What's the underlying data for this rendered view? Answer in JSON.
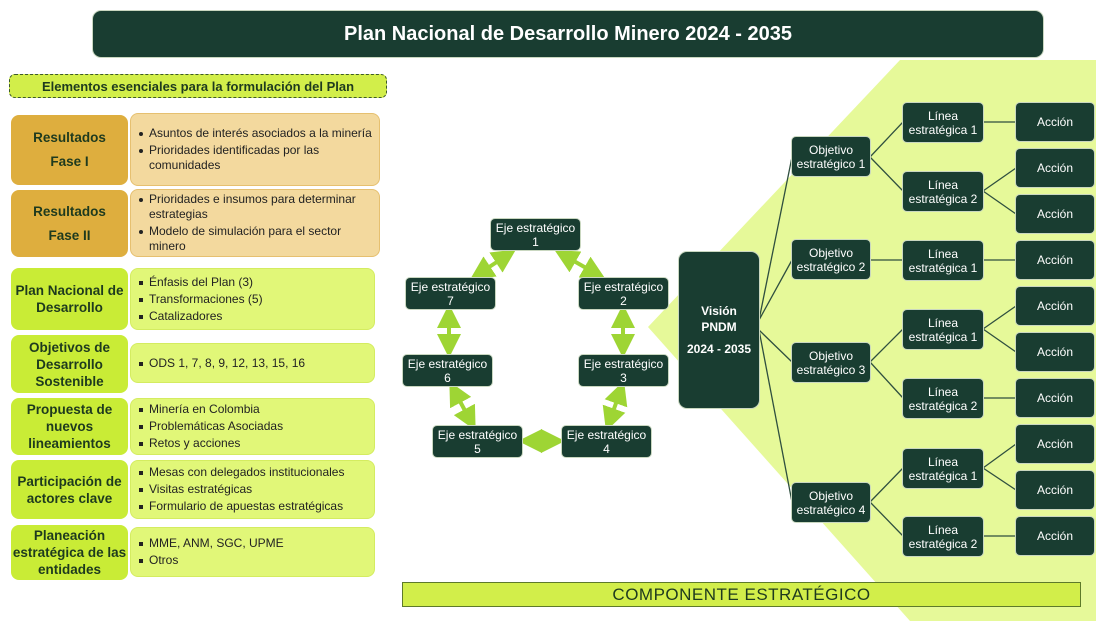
{
  "title": "Plan Nacional de Desarrollo Minero 2024 - 2035",
  "left_header": "Elementos esenciales para la formulación del Plan",
  "rows": [
    {
      "label": "Resultados\nFase I",
      "items": [
        "Asuntos de interés asociados a la minería",
        "Prioridades identificadas por las comunidades"
      ]
    },
    {
      "label": "Resultados\nFase II",
      "items": [
        "Prioridades e insumos para determinar estrategias",
        "Modelo de simulación para el sector minero"
      ]
    },
    {
      "label": "Plan Nacional de Desarrollo",
      "items": [
        "Énfasis del Plan (3)",
        "Transformaciones (5)",
        "Catalizadores"
      ]
    },
    {
      "label": "Objetivos de Desarrollo Sostenible",
      "items": [
        "ODS 1, 7, 8, 9, 12,  13, 15, 16"
      ]
    },
    {
      "label": "Propuesta de nuevos lineamientos",
      "items": [
        "Minería en Colombia",
        "Problemáticas Asociadas",
        "Retos y acciones"
      ]
    },
    {
      "label": "Participación de actores clave",
      "items": [
        "Mesas con delegados institucionales",
        "Visitas estratégicas",
        "Formulario de apuestas estratégicas"
      ]
    },
    {
      "label": "Planeación estratégica de las entidades",
      "items": [
        "MME, ANM, SGC, UPME",
        "Otros"
      ]
    }
  ],
  "ejes": [
    "Eje estratégico 1",
    "Eje estratégico  2",
    "Eje estratégico 3",
    "Eje estratégico 4",
    "Eje estratégico 5",
    "Eje estratégico 6",
    "Eje estratégico 7"
  ],
  "vision": {
    "line1": "Visión",
    "line2": "PNDM",
    "line3": "2024 - 2035"
  },
  "objetivos": [
    "Objetivo estratégico 1",
    "Objetivo estratégico 2",
    "Objetivo estratégico 3",
    "Objetivo estratégico 4"
  ],
  "lineas": [
    "Línea estratégica 1",
    "Línea estratégica 2",
    "Línea estratégica 1",
    "Línea estratégica 1",
    "Línea estratégica 2",
    "Línea estratégica 1",
    "Línea estratégica 2"
  ],
  "acciones": [
    "Acción",
    "Acción",
    "Acción",
    "Acción",
    "Acción",
    "Acción",
    "Acción",
    "Acción",
    "Acción",
    "Acción"
  ],
  "footer": "COMPONENTE  ESTRATÉGICO",
  "colors": {
    "dark": "#193d31",
    "lime": "#d2ee4a",
    "gold": "#deae3e",
    "beige": "#f3d99e"
  }
}
